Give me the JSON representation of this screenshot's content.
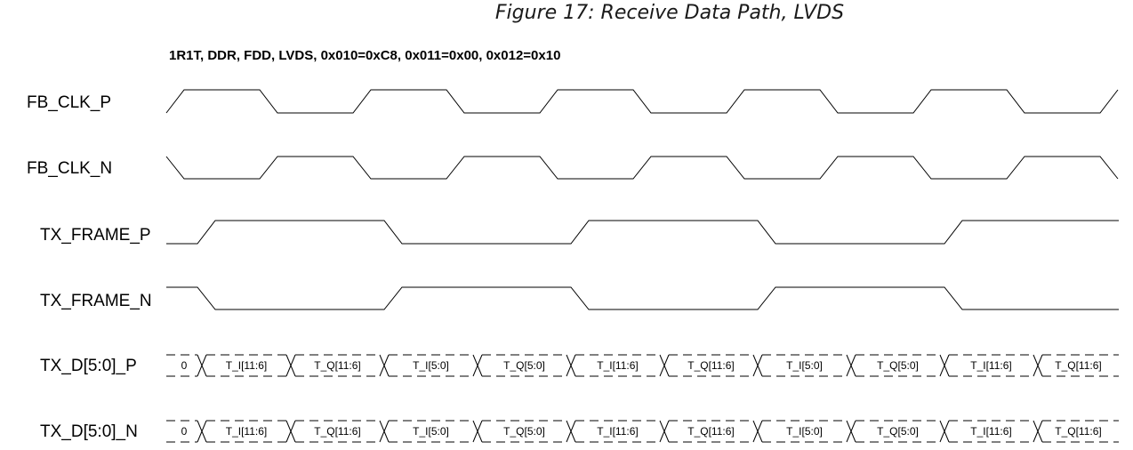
{
  "figure_title": "Figure 17: Receive Data Path, LVDS",
  "config_text": "1R1T, DDR, FDD, LVDS, 0x010=0xC8, 0x011=0x00, 0x012=0x10",
  "signals": [
    {
      "name": "FB_CLK_P"
    },
    {
      "name": "FB_CLK_N"
    },
    {
      "name": "TX_FRAME_P"
    },
    {
      "name": "TX_FRAME_N"
    },
    {
      "name": "TX_D[5:0]_P"
    },
    {
      "name": "TX_D[5:0]_N"
    }
  ],
  "bus_values": [
    "0",
    "T_I[11:6]",
    "T_Q[11:6]",
    "T_I[5:0]",
    "T_Q[5:0]",
    "T_I[11:6]",
    "T_Q[11:6]",
    "T_I[5:0]",
    "T_Q[5:0]",
    "T_I[11:6]",
    "T_Q[11:6]"
  ],
  "colors": {
    "line": "#000000",
    "text": "#000000"
  }
}
